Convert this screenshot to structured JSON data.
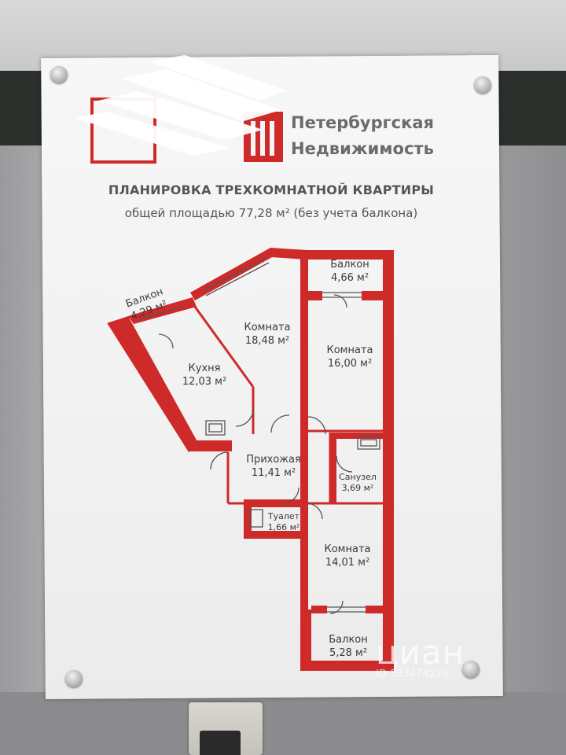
{
  "scene": "poster",
  "colors": {
    "accent_red": "#cf2a2a",
    "poster_bg": "#f4f4f4",
    "text_gray": "#555555",
    "wall_dark": "#2c302c"
  },
  "logo": {
    "line1": "Петербургская",
    "line2": "Недвижимость"
  },
  "poster": {
    "title": "ПЛАНИРОВКА ТРЕХКОМНАТНОЙ КВАРТИРЫ",
    "subtitle": "общей площадью 77,28 м² (без учета балкона)"
  },
  "rooms": {
    "balcony_left": {
      "name": "Балкон",
      "area": "4,29 м²"
    },
    "kitchen": {
      "name": "Кухня",
      "area": "12,03 м²"
    },
    "room_1": {
      "name": "Комната",
      "area": "18,48 м²"
    },
    "balcony_top": {
      "name": "Балкон",
      "area": "4,66 м²"
    },
    "room_2": {
      "name": "Комната",
      "area": "16,00 м²"
    },
    "hallway": {
      "name": "Прихожая",
      "area": "11,41 м²"
    },
    "bathroom": {
      "name": "Санузел",
      "area": "3,69 м²"
    },
    "toilet": {
      "name": "Туалет",
      "area": "1,66 м²"
    },
    "room_3": {
      "name": "Комната",
      "area": "14,01 м²"
    },
    "balcony_bottom": {
      "name": "Балкон",
      "area": "5,28 м²"
    }
  },
  "watermark": {
    "brand": "циан",
    "id": "ID 333474228"
  },
  "icons": [
    "screw-icon",
    "logo-mark-icon",
    "door-icon",
    "window-icon",
    "intercom-icon"
  ]
}
